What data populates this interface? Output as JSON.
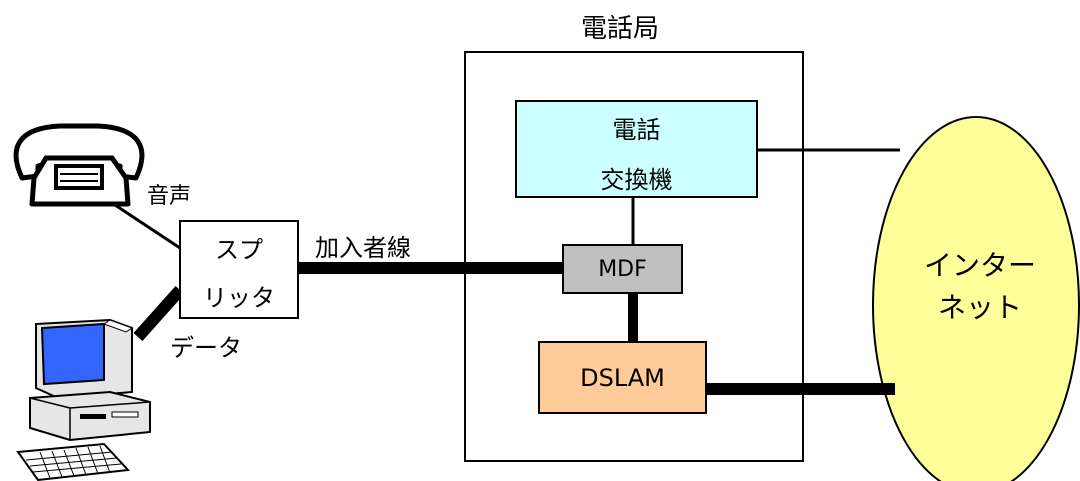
{
  "office": {
    "title": "電話局"
  },
  "exchange": {
    "line1": "電話",
    "line2": "交換機",
    "fill": "#ccffff"
  },
  "mdf": {
    "label": "MDF",
    "fill": "#c0c0c0"
  },
  "dslam": {
    "label": "DSLAM",
    "fill": "#ffcc99"
  },
  "internet": {
    "line1": "インター",
    "line2": "ネット",
    "fill": "#ffff99"
  },
  "splitter": {
    "line1": "スプ",
    "line2": "リッタ"
  },
  "labels": {
    "voice": "音声",
    "data": "データ",
    "subscriber_line": "加入者線"
  },
  "computer": {
    "screen": "#3366ff",
    "body": "#e6e6e6"
  }
}
